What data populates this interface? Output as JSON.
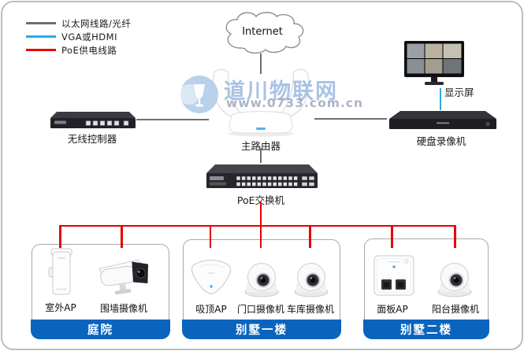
{
  "legend": {
    "items": [
      {
        "label": "以太网线路/光纤",
        "color": "#6e6e6e"
      },
      {
        "label": "VGA或HDMI",
        "color": "#29abe2"
      },
      {
        "label": "PoE供电线路",
        "color": "#e80000"
      }
    ]
  },
  "watermark": {
    "title": "道川物联网",
    "url": "www.0733.com.cn"
  },
  "nodes": {
    "internet": {
      "label": "Internet"
    },
    "display": {
      "label": "显示屏"
    },
    "controller": {
      "label": "无线控制器"
    },
    "router": {
      "label": "主路由器"
    },
    "dvr": {
      "label": "硬盘录像机"
    },
    "switch": {
      "label": "PoE交换机"
    }
  },
  "groups": [
    {
      "name": "庭院",
      "devices": [
        {
          "label": "室外AP"
        },
        {
          "label": "围墙摄像机"
        }
      ]
    },
    {
      "name": "别墅一楼",
      "devices": [
        {
          "label": "吸顶AP"
        },
        {
          "label": "门口摄像机"
        },
        {
          "label": "车库摄像机"
        }
      ]
    },
    {
      "name": "别墅二楼",
      "devices": [
        {
          "label": "面板AP"
        },
        {
          "label": "阳台摄像机"
        }
      ]
    }
  ],
  "colors": {
    "ethernet": "#6e6e6e",
    "vga_hdmi": "#29abe2",
    "poe": "#e80000",
    "group_footer": "#0a64be",
    "frame_border": "#b9bdc1"
  }
}
